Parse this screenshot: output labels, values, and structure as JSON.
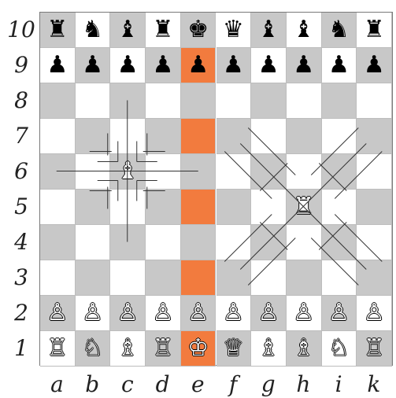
{
  "board": {
    "files": [
      "a",
      "b",
      "c",
      "d",
      "e",
      "f",
      "g",
      "h",
      "i",
      "k"
    ],
    "ranks": [
      "10",
      "9",
      "8",
      "7",
      "6",
      "5",
      "4",
      "3",
      "2",
      "1"
    ],
    "highlight_color": "#f27b3e",
    "highlighted_squares": [
      "e9",
      "e7",
      "e5",
      "e3",
      "e1"
    ],
    "pieces": [
      {
        "square": "a10",
        "color": "black",
        "glyph": "♜",
        "name": "rook"
      },
      {
        "square": "b10",
        "color": "black",
        "glyph": "♞",
        "name": "knight"
      },
      {
        "square": "c10",
        "color": "black",
        "glyph": "♝",
        "name": "bishop"
      },
      {
        "square": "d10",
        "color": "black",
        "glyph": "♜",
        "name": "fairy-piece"
      },
      {
        "square": "e10",
        "color": "black",
        "glyph": "♚",
        "name": "king"
      },
      {
        "square": "f10",
        "color": "black",
        "glyph": "♛",
        "name": "queen"
      },
      {
        "square": "g10",
        "color": "black",
        "glyph": "♝",
        "name": "fairy-piece"
      },
      {
        "square": "h10",
        "color": "black",
        "glyph": "♝",
        "name": "bishop"
      },
      {
        "square": "i10",
        "color": "black",
        "glyph": "♞",
        "name": "knight"
      },
      {
        "square": "k10",
        "color": "black",
        "glyph": "♜",
        "name": "rook"
      },
      {
        "square": "a9",
        "color": "black",
        "glyph": "♟",
        "name": "pawn"
      },
      {
        "square": "b9",
        "color": "black",
        "glyph": "♟",
        "name": "pawn"
      },
      {
        "square": "c9",
        "color": "black",
        "glyph": "♟",
        "name": "pawn"
      },
      {
        "square": "d9",
        "color": "black",
        "glyph": "♟",
        "name": "pawn"
      },
      {
        "square": "e9",
        "color": "black",
        "glyph": "♟",
        "name": "pawn"
      },
      {
        "square": "f9",
        "color": "black",
        "glyph": "♟",
        "name": "pawn"
      },
      {
        "square": "g9",
        "color": "black",
        "glyph": "♟",
        "name": "pawn"
      },
      {
        "square": "h9",
        "color": "black",
        "glyph": "♟",
        "name": "pawn"
      },
      {
        "square": "i9",
        "color": "black",
        "glyph": "♟",
        "name": "pawn"
      },
      {
        "square": "k9",
        "color": "black",
        "glyph": "♟",
        "name": "pawn"
      },
      {
        "square": "c6",
        "color": "white",
        "glyph": "♝",
        "name": "fairy-piece"
      },
      {
        "square": "h5",
        "color": "white",
        "glyph": "♜",
        "name": "fairy-piece"
      },
      {
        "square": "a2",
        "color": "white",
        "glyph": "♙",
        "name": "pawn"
      },
      {
        "square": "b2",
        "color": "white",
        "glyph": "♙",
        "name": "pawn"
      },
      {
        "square": "c2",
        "color": "white",
        "glyph": "♙",
        "name": "pawn"
      },
      {
        "square": "d2",
        "color": "white",
        "glyph": "♙",
        "name": "pawn"
      },
      {
        "square": "e2",
        "color": "white",
        "glyph": "♙",
        "name": "pawn"
      },
      {
        "square": "f2",
        "color": "white",
        "glyph": "♙",
        "name": "pawn"
      },
      {
        "square": "g2",
        "color": "white",
        "glyph": "♙",
        "name": "pawn"
      },
      {
        "square": "h2",
        "color": "white",
        "glyph": "♙",
        "name": "pawn"
      },
      {
        "square": "i2",
        "color": "white",
        "glyph": "♙",
        "name": "pawn"
      },
      {
        "square": "k2",
        "color": "white",
        "glyph": "♙",
        "name": "pawn"
      },
      {
        "square": "a1",
        "color": "white",
        "glyph": "♖",
        "name": "rook"
      },
      {
        "square": "b1",
        "color": "white",
        "glyph": "♘",
        "name": "knight"
      },
      {
        "square": "c1",
        "color": "white",
        "glyph": "♗",
        "name": "bishop"
      },
      {
        "square": "d1",
        "color": "white",
        "glyph": "♖",
        "name": "fairy-piece"
      },
      {
        "square": "e1",
        "color": "white",
        "glyph": "♔",
        "name": "king"
      },
      {
        "square": "f1",
        "color": "white",
        "glyph": "♕",
        "name": "queen"
      },
      {
        "square": "g1",
        "color": "white",
        "glyph": "♗",
        "name": "fairy-piece"
      },
      {
        "square": "h1",
        "color": "white",
        "glyph": "♗",
        "name": "bishop"
      },
      {
        "square": "i1",
        "color": "white",
        "glyph": "♘",
        "name": "knight"
      },
      {
        "square": "k1",
        "color": "white",
        "glyph": "♖",
        "name": "rook"
      }
    ]
  }
}
